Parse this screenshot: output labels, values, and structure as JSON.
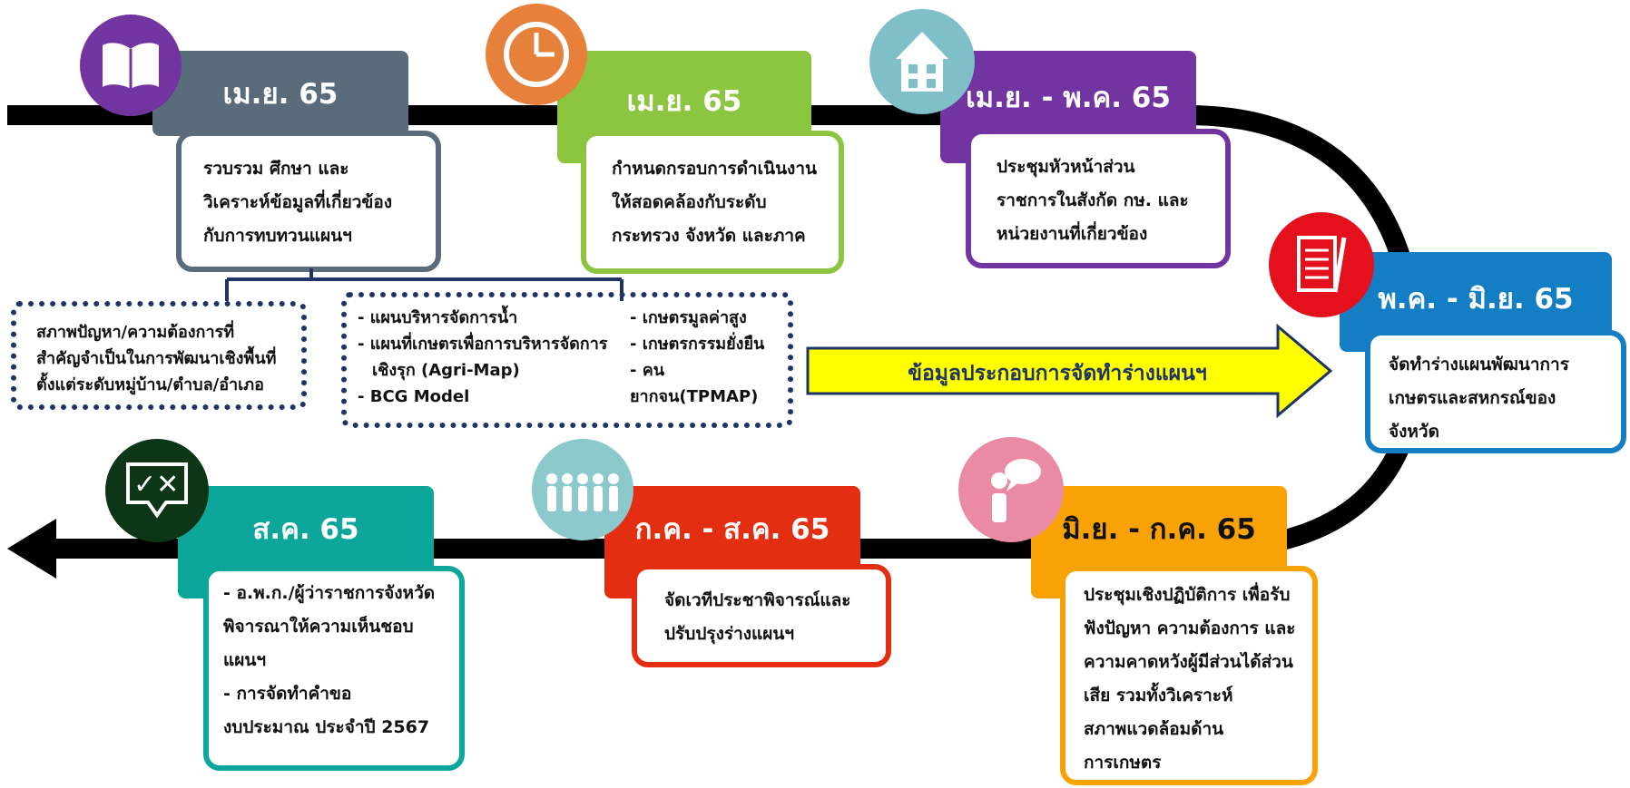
{
  "colors": {
    "slate": "#5a6b7c",
    "green": "#8cc53f",
    "purple": "#7134a0",
    "blue": "#137ec4",
    "orange": "#f8a206",
    "red": "#e32e12",
    "teal": "#0da69b",
    "navy": "#1f3466",
    "yellow": "#ffff00"
  },
  "steps": [
    {
      "period": "เม.ย. 65",
      "lines": [
        "รวบรวม ศึกษา และ",
        "วิเคราะห์ข้อมูลที่เกี่ยวข้อง",
        "กับการทบทวนแผนฯ"
      ],
      "icon": "open-book-icon"
    },
    {
      "period": "เม.ย. 65",
      "lines": [
        "กำหนดกรอบการดำเนินงาน",
        "ให้สอดคล้องกับระดับ",
        "กระทรวง จังหวัด และภาค"
      ],
      "icon": "clock-icon"
    },
    {
      "period": "เม.ย. - พ.ค. 65",
      "lines": [
        "ประชุมหัวหน้าส่วน",
        "ราชการในสังกัด กษ. และ",
        "หน่วยงานที่เกี่ยวข้อง"
      ],
      "icon": "building-icon"
    },
    {
      "period": "พ.ค. - มิ.ย. 65",
      "lines": [
        "จัดทำร่างแผนพัฒนาการ",
        "เกษตรและสหกรณ์ของ",
        "จังหวัด"
      ],
      "icon": "document-pen-icon"
    },
    {
      "period": "มิ.ย. - ก.ค. 65",
      "lines": [
        "ประชุมเชิงปฏิบัติการ เพื่อรับ",
        "ฟังปัญหา ความต้องการ และ",
        "ความคาดหวังผู้มีส่วนได้ส่วน",
        "เสีย รวมทั้งวิเคราะห์",
        "สภาพแวดล้อมด้าน",
        "การเกษตร"
      ],
      "icon": "person-speech-icon"
    },
    {
      "period": "ก.ค. - ส.ค. 65",
      "lines": [
        "จัดเวทีประชาพิจารณ์และ",
        "ปรับปรุงร่างแผนฯ"
      ],
      "icon": "people-group-icon"
    },
    {
      "period": "ส.ค. 65",
      "lines": [
        "- อ.พ.ก./ผู้ว่าราชการจังหวัด",
        "พิจารณาให้ความเห็นชอบ",
        "แผนฯ",
        "- การจัดทำคำขอ",
        "งบประมาณ ประจำปี 2567"
      ],
      "icon": "check-cross-chat-icon"
    }
  ],
  "needs_box": [
    "สภาพปัญหา/ความต้องการที่",
    "สำคัญจำเป็นในการพัฒนาเชิงพื้นที่",
    "ตั้งแต่ระดับหมู่บ้าน/ตำบล/อำเภอ"
  ],
  "plans_box": {
    "left": [
      "- แผนบริหารจัดการน้ำ",
      "- แผนที่เกษตรเพื่อการบริหารจัดการ",
      "  เชิงรุก (Agri-Map)",
      "- BCG Model"
    ],
    "right": [
      "- เกษตรมูลค่าสูง",
      "- เกษตรกรรมยั่งยืน",
      "- คนยากจน(TPMAP)"
    ]
  },
  "arrow_text": "ข้อมูลประกอบการจัดทำร่างแผนฯ"
}
